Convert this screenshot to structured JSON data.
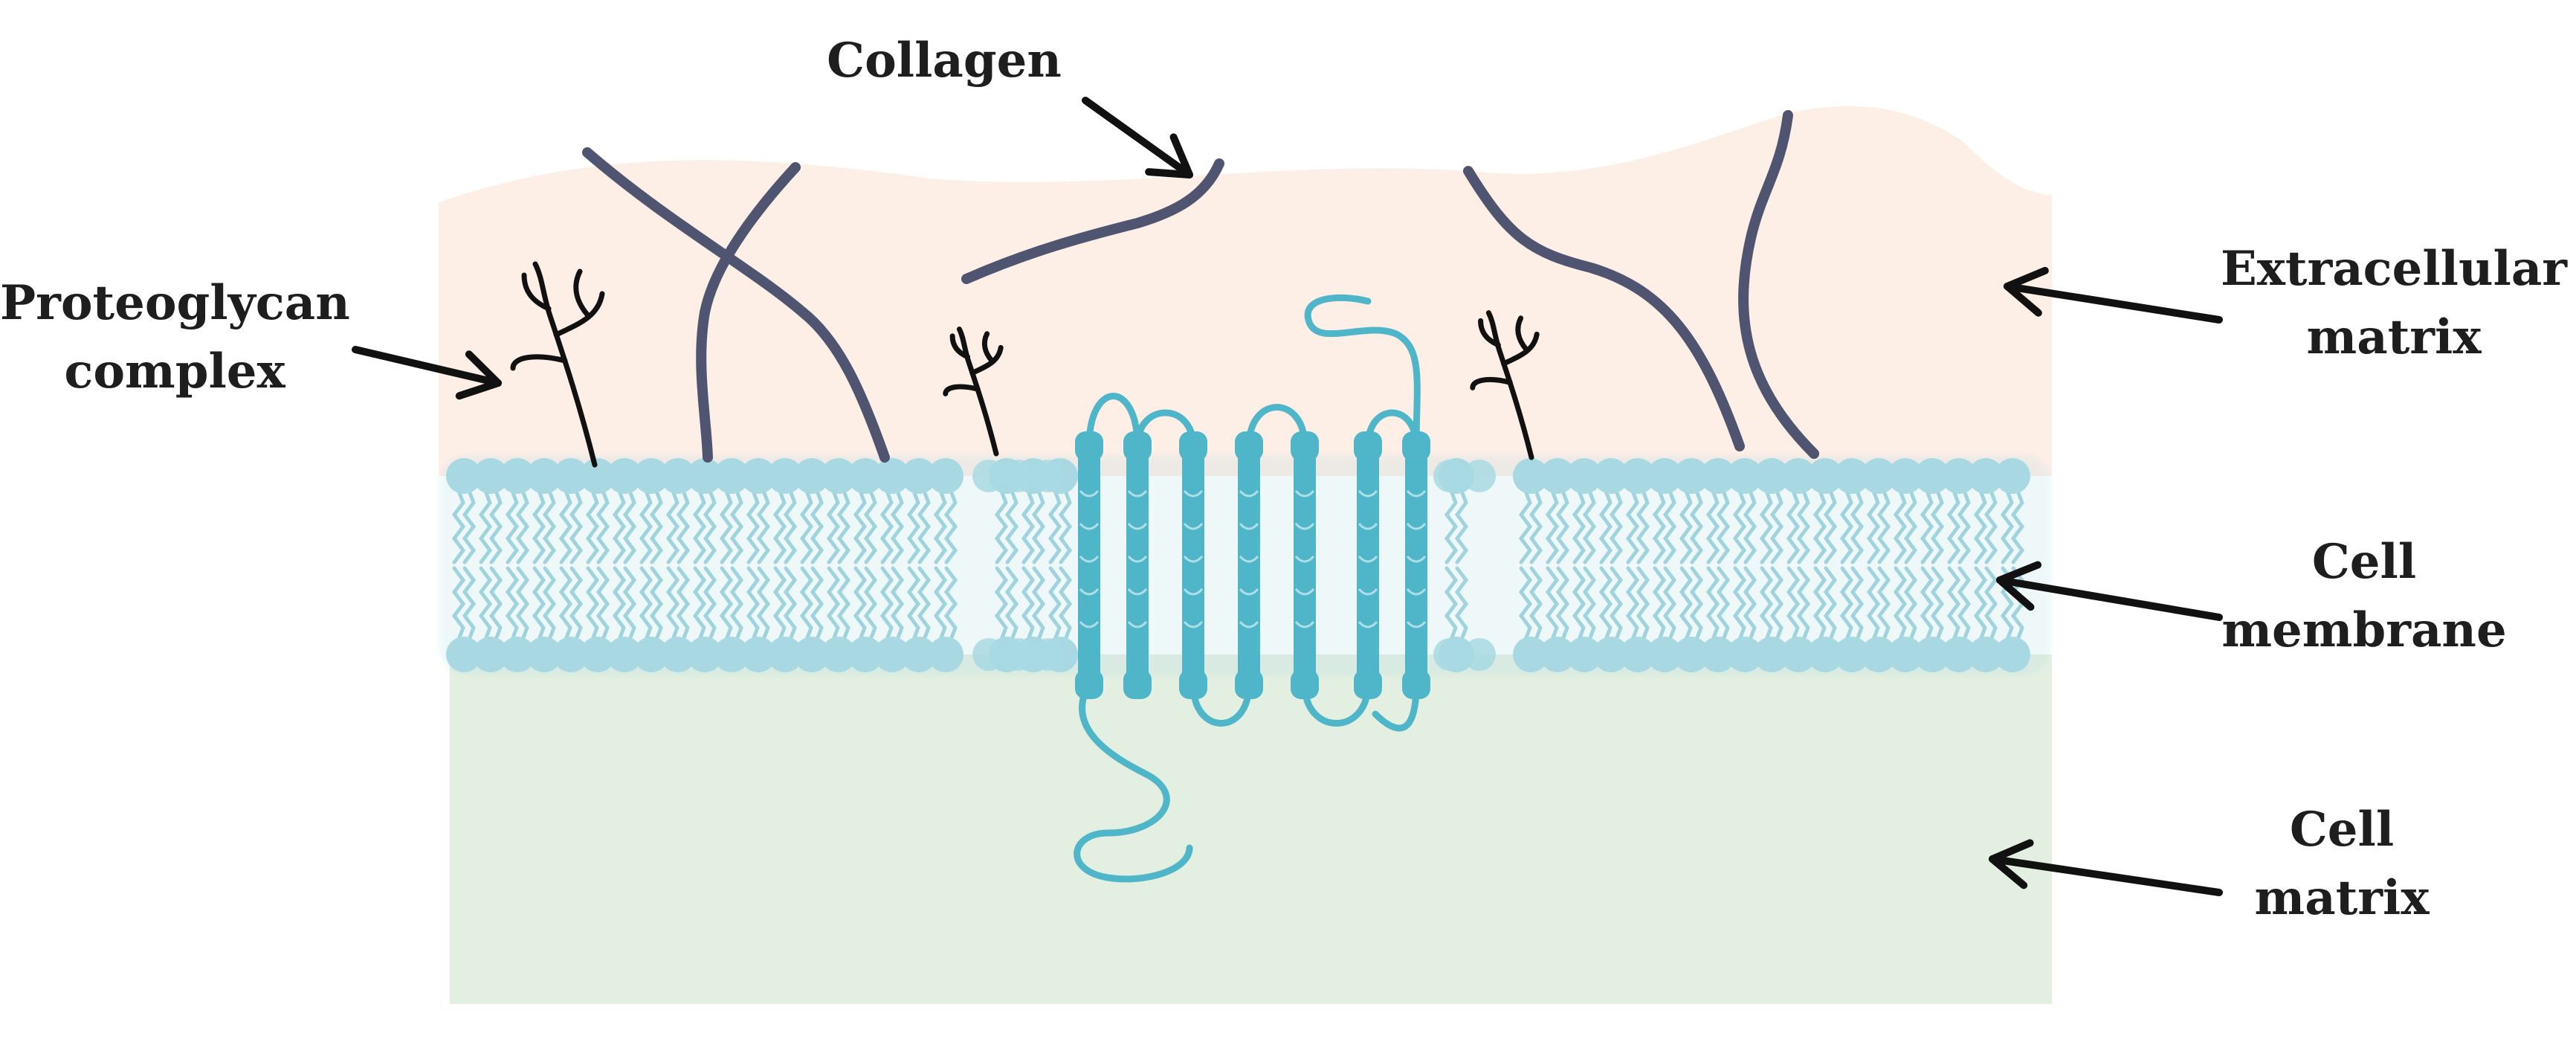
{
  "labels": {
    "collagen": "Collagen",
    "proteoglycan": {
      "line1": "Proteoglycan",
      "line2": "complex"
    },
    "extracellular_matrix": {
      "line1": "Extracellular",
      "line2": "matrix"
    },
    "cell_membrane": {
      "line1": "Cell",
      "line2": "membrane"
    },
    "cell_matrix": {
      "line1": "Cell",
      "line2": "matrix"
    }
  },
  "colors": {
    "extracellular_region": "#fdeee6",
    "cell_region": "#e3efe1",
    "lipid_head": "#a8d9e3",
    "lipid_tail": "#9fd3de",
    "protein": "#4fb6c9",
    "collagen_fiber": "#4f5570",
    "arrow": "#111111",
    "text": "#1e1e1e"
  }
}
